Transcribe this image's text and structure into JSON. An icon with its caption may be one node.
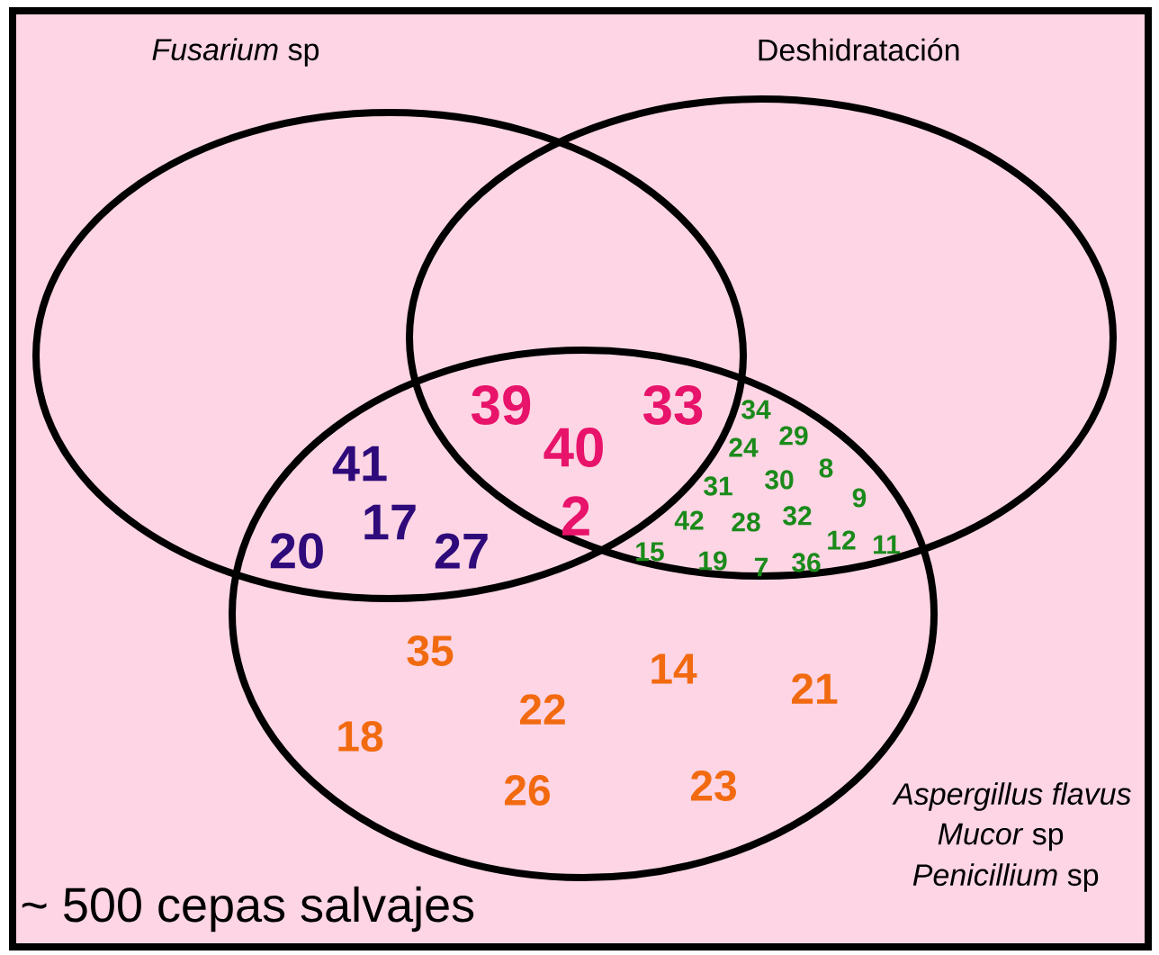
{
  "diagram": {
    "nodes": [
      {
        "text": [
          "~ 500 cepas salvajes"
        ]
      },
      {
        "text": [
          "*Fusarium* sp"
        ],
        "in": 0
      },
      {
        "text": [
          "Deshidratación"
        ],
        "in": 0
      },
      {
        "text": [
          "Aspergillus flavus",
          "*Mucor* sp",
          "*Penicillium* sp"
        ],
        "in": 0
      }
    ],
    "labels": [
      "39",
      "33",
      "34",
      "40",
      "24",
      "29",
      "41",
      "31",
      "30",
      "8",
      "17",
      "2",
      "42",
      "28",
      "32",
      "9",
      "20",
      "27",
      "15",
      "19",
      "7",
      "36",
      "12",
      "11",
      "35",
      "14",
      "21",
      "18",
      "22",
      "26",
      "23"
    ]
  }
}
